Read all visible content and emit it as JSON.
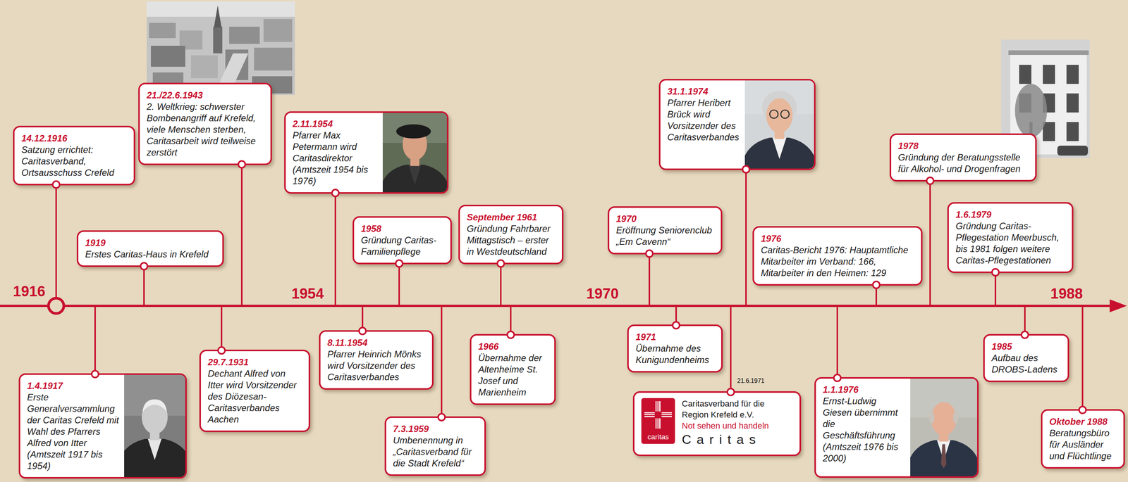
{
  "diagram": {
    "nodes": [
      {
        "text": [
          "14.12.1916",
          "Satzung errichtet: Caritasverband, Ortsausschuss Crefeld"
        ]
      },
      {
        "text": [
          "1.4.1917",
          "Erste Generalversammlung der Caritas Crefeld mit Wahl des Pfarrers Alfred von Itter (Amtszeit 1917 bis 1954)"
        ]
      },
      {
        "text": [
          "1919",
          "Erstes Caritas-Haus in Krefeld"
        ]
      },
      {
        "text": [
          "29.7.1931",
          "Dechant Alfred von Itter wird Vorsitzender des Diözesan-Caritasverbandes Aachen"
        ]
      },
      {
        "text": [
          "21./22.6.1943",
          "2. Weltkrieg: schwerster Bombenangriff auf Krefeld, viele Menschen sterben, Caritasarbeit wird teilweise zerstört"
        ]
      },
      {
        "text": [
          "2.11.1954",
          "Pfarrer Max Petermann wird Caritasdirektor (Amtszeit 1954 bis 1976)"
        ]
      },
      {
        "text": [
          "8.11.1954",
          "Pfarrer Heinrich Mönks wird Vorsitzender des Caritasverbandes"
        ]
      },
      {
        "text": [
          "1958",
          "Gründung Caritas-Familienpflege"
        ]
      },
      {
        "text": [
          "7.3.1959",
          "Umbenennung in „Caritasverband für die Stadt Krefeld“"
        ]
      },
      {
        "text": [
          "September 1961",
          "Gründung Fahrbarer Mittagstisch – erster in Westdeutschland"
        ]
      },
      {
        "text": [
          "1966",
          "Übernahme der Altenheime St. Josef und Marienheim"
        ]
      },
      {
        "text": [
          "1970",
          "Eröffnung Seniorenclub „Em Cavenn“"
        ]
      },
      {
        "text": [
          "1971",
          "Übernahme des Kunigundenheims"
        ]
      },
      {
        "text": [
          "21.6.1971",
          "caritas",
          "Caritasverband für die Region Krefeld e.V.",
          "Not sehen und handeln",
          "Caritas"
        ]
      },
      {
        "text": [
          "31.1.1974",
          "Pfarrer Heribert Brück wird Vorsitzender des Caritasverbandes"
        ]
      },
      {
        "text": [
          "1.1.1976",
          "Ernst-Ludwig Giesen übernimmt die Geschäftsführung (Amtszeit 1976 bis 2000)"
        ]
      },
      {
        "text": [
          "1976",
          "Caritas-Bericht 1976: Hauptamtliche Mitarbeiter im Verband: 166, Mitarbeiter in den Heimen: 129"
        ]
      },
      {
        "text": [
          "1978",
          "Gründung der Beratungsstelle für Alkohol- und Drogenfragen"
        ]
      },
      {
        "text": [
          "1.6.1979",
          "Gründung Caritas-Pflegestation Meerbusch, bis 1981 folgen weitere Caritas-Pflegestationen"
        ]
      },
      {
        "text": [
          "1985",
          "Aufbau des DROBS-Ladens"
        ]
      },
      {
        "text": [
          "Oktober 1988",
          "Beratungsbüro für Ausländer und Flüchtlinge"
        ]
      }
    ],
    "labels": [
      "1916",
      "1954",
      "1970",
      "1988"
    ]
  }
}
